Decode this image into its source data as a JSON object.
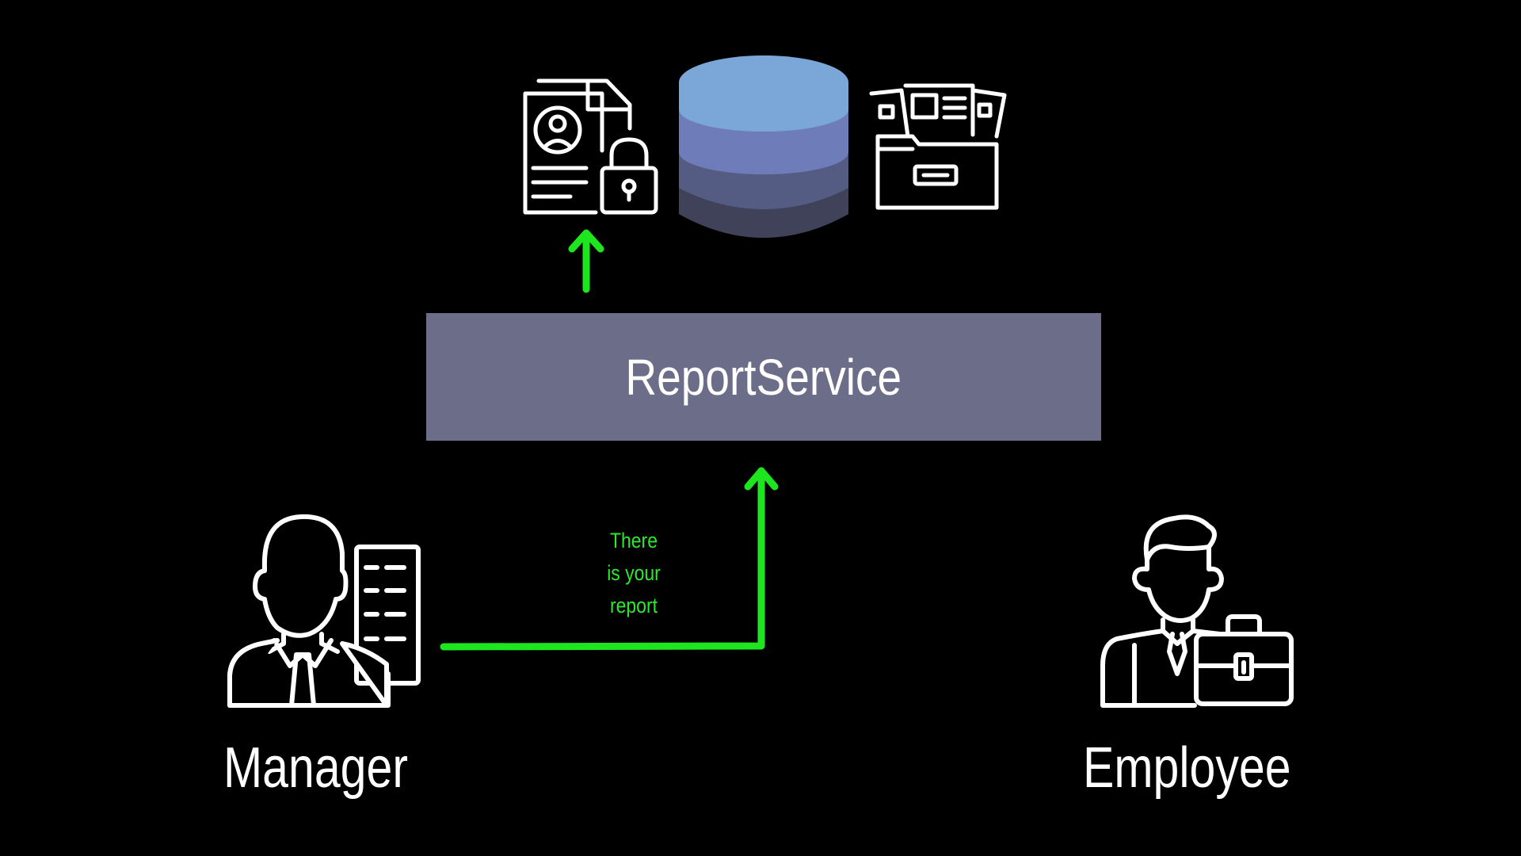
{
  "service": {
    "label": "ReportService"
  },
  "actors": {
    "manager": {
      "label": "Manager"
    },
    "employee": {
      "label": "Employee"
    }
  },
  "flow_note": {
    "lines": [
      "There",
      "is your",
      "report"
    ]
  },
  "colors": {
    "background": "#000000",
    "service_box": "#6b6d89",
    "arrow": "#1ee61e",
    "note_text": "#2ee82e",
    "db_top": "#7aa7d8",
    "db_layer_2": "#6e7dba",
    "db_layer_3": "#555c83",
    "db_layer_4": "#3f4258",
    "icon_stroke": "#ffffff"
  },
  "icons": [
    "secure-profile-document-icon",
    "database-icon",
    "file-archive-icon",
    "manager-icon",
    "employee-icon"
  ]
}
